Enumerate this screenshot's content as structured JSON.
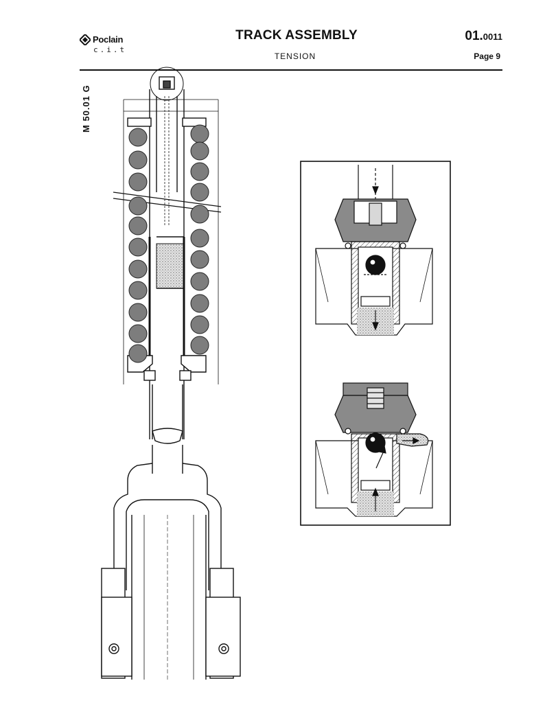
{
  "header": {
    "brand_name": "Poclain",
    "brand_sub": "c.i.t",
    "title": "TRACK ASSEMBLY",
    "subtitle": "TENSION",
    "doc_number_main": "01.",
    "doc_number_suffix": "0011",
    "page": "Page 9"
  },
  "figure": {
    "code": "M 50.01 G"
  },
  "colors": {
    "ink": "#111111",
    "shade": "#8a8a8a",
    "dot_fill": "#c8c8c8"
  }
}
